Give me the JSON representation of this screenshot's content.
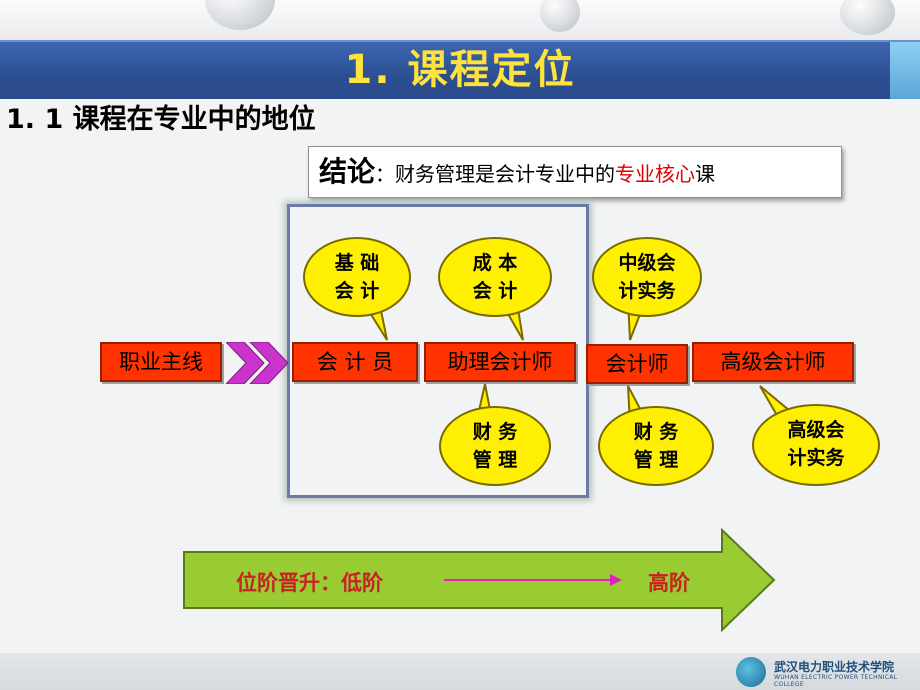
{
  "slide": {
    "title": "1.   课程定位",
    "subtitle": "1. 1 课程在专业中的地位"
  },
  "conclusion": {
    "prefix": "结论",
    "colon": "：",
    "text_before": "财务管理是会计专业中的",
    "highlight": "专业核心",
    "text_after": "课"
  },
  "career_line": {
    "label": "职业主线",
    "stages": [
      "会 计 员",
      "助理会计师",
      "会计师",
      "高级会计师"
    ]
  },
  "bubbles_top": [
    {
      "line1": "基 础",
      "line2": "会 计"
    },
    {
      "line1": "成 本",
      "line2": "会 计"
    },
    {
      "line1": "中级会",
      "line2": "计实务"
    }
  ],
  "bubbles_bottom": [
    {
      "line1": "财 务",
      "line2": "管 理"
    },
    {
      "line1": "财 务",
      "line2": "管 理"
    },
    {
      "line1": "高级会",
      "line2": "计实务"
    }
  ],
  "progression": {
    "label": "位阶晋升：低阶",
    "end": "高阶"
  },
  "footer": {
    "school_cn": "武汉电力职业技术学院",
    "school_en": "WUHAN ELECTRIC POWER TECHNICAL COLLEGE"
  },
  "colors": {
    "title_bar": "#2c4f94",
    "title_text": "#ffe23a",
    "stage_box": "#ff3300",
    "bubble": "#ffef00",
    "highlight": "#e00000",
    "chevron": "#cc33cc",
    "progress_arrow": "#99cc33"
  }
}
